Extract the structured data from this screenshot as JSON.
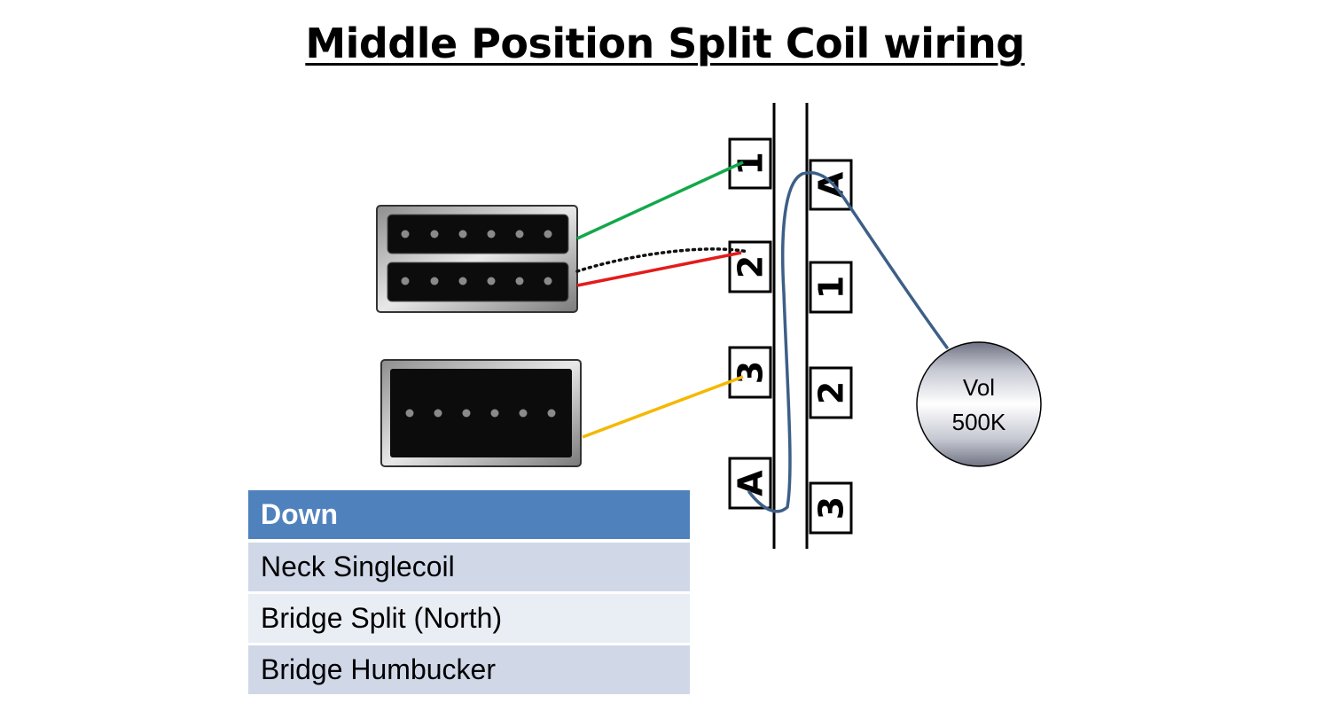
{
  "title": "Middle Position Split Coil wiring",
  "switch": {
    "left_terminals": [
      "1",
      "2",
      "3",
      "A"
    ],
    "right_terminals": [
      "A",
      "1",
      "2",
      "3"
    ]
  },
  "pot": {
    "name": "Vol",
    "value": "500K"
  },
  "wire_colors": {
    "green": "#12a84a",
    "red": "#e31b1b",
    "dotted": "#111111",
    "yellow": "#f5b800",
    "jumper": "#3d5f87"
  },
  "table": {
    "header": "Down",
    "rows": [
      "Neck Singlecoil",
      "Bridge Split (North)",
      "Bridge Humbucker"
    ]
  }
}
